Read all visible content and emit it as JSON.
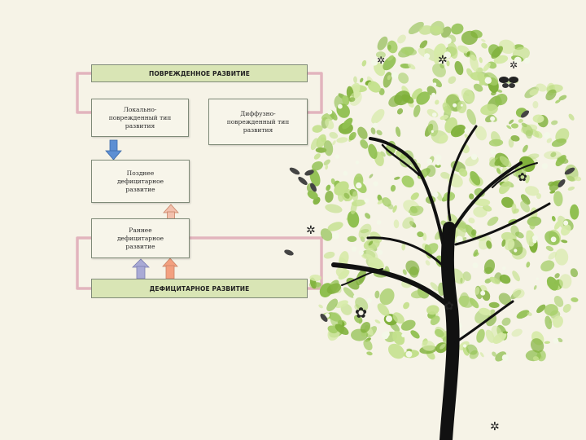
{
  "diagram": {
    "top_bar": {
      "label": "ПОВРЕЖДЕННОЕ РАЗВИТИЕ"
    },
    "bottom_bar": {
      "label": "ДЕФИЦИТАРНОЕ РАЗВИТИЕ"
    },
    "nodes": {
      "local_damaged": "Локально-\nповрежденный тип\nразвития",
      "diffuse_damaged": "Диффузно-\nповрежденный тип\nразвития",
      "late_deficit": "Позднее\nдефицитарное\nразвитие",
      "early_deficit": "Раннее\nдефицитарное\nразвитие"
    }
  },
  "colors": {
    "background": "#f6f3e7",
    "bar_fill": "#d9e5b5",
    "connector_pink": "#e2b4bd",
    "arrow_blue": "#5d8fd3",
    "arrow_salmon": "#f3a07f",
    "arrow_lavender": "#a9aad5",
    "leaf_greens": [
      "#a7cf6b",
      "#c3e08c",
      "#8fbf4f",
      "#d6eaa8",
      "#7fb03a"
    ]
  },
  "decoration": {
    "tree": "tree-illustration",
    "icons": [
      "flower-icon",
      "butterfly-icon",
      "star-flower-icon"
    ]
  }
}
